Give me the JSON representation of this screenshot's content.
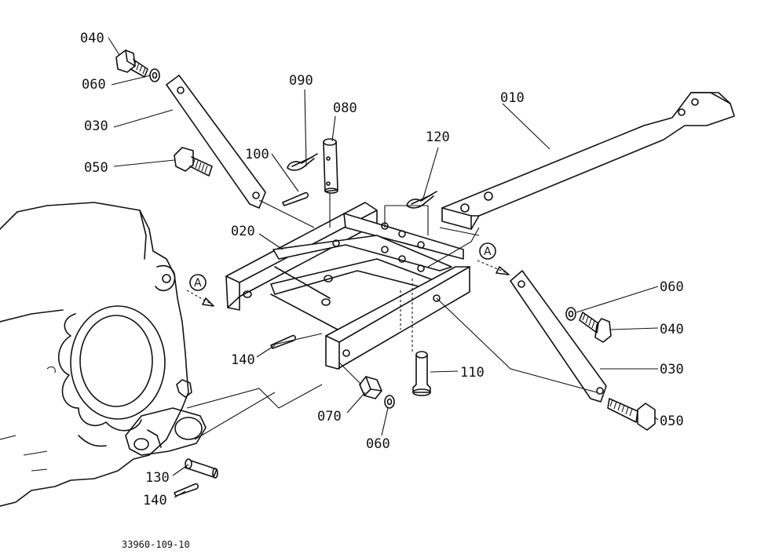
{
  "parts": {
    "p010": "010",
    "p020": "020",
    "p030": "030",
    "p040": "040",
    "p050": "050",
    "p060": "060",
    "p070": "070",
    "p080": "080",
    "p090": "090",
    "p100": "100",
    "p110": "110",
    "p120": "120",
    "p130": "130",
    "p140": "140"
  },
  "view_marker": "A",
  "drawing_number": "33960-109-10"
}
